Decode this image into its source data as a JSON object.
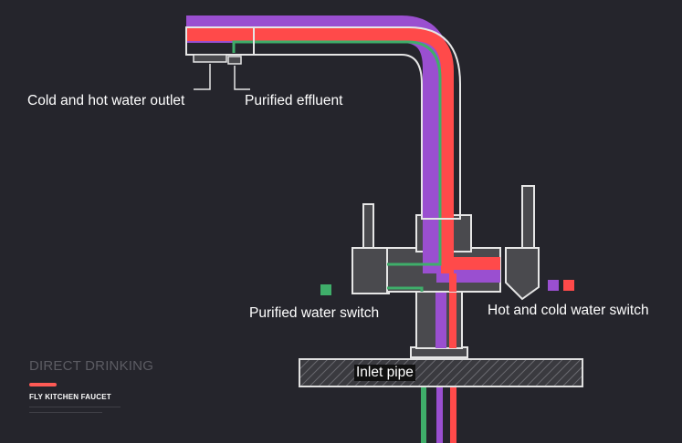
{
  "labels": {
    "cold_hot_outlet": "Cold and hot water outlet",
    "purified_effluent": "Purified effluent",
    "purified_switch": "Purified water switch",
    "hot_cold_switch": "Hot and cold water switch",
    "inlet_pipe": "Inlet pipe"
  },
  "brand": {
    "title": "DIRECT DRINKING",
    "subtitle": "FLY KITCHEN  FAUCET"
  },
  "colors": {
    "background": "#25252c",
    "hot": "#ff4a4a",
    "mixed": "#9a4fd0",
    "purified": "#3fae6a",
    "outline": "#e6e6e6",
    "body": "#4a4a4e",
    "accent": "#ff5a55"
  },
  "legend": {
    "purified_colors": [
      "#3fae6a"
    ],
    "hot_cold_colors": [
      "#9a4fd0",
      "#ff4a4a"
    ]
  }
}
